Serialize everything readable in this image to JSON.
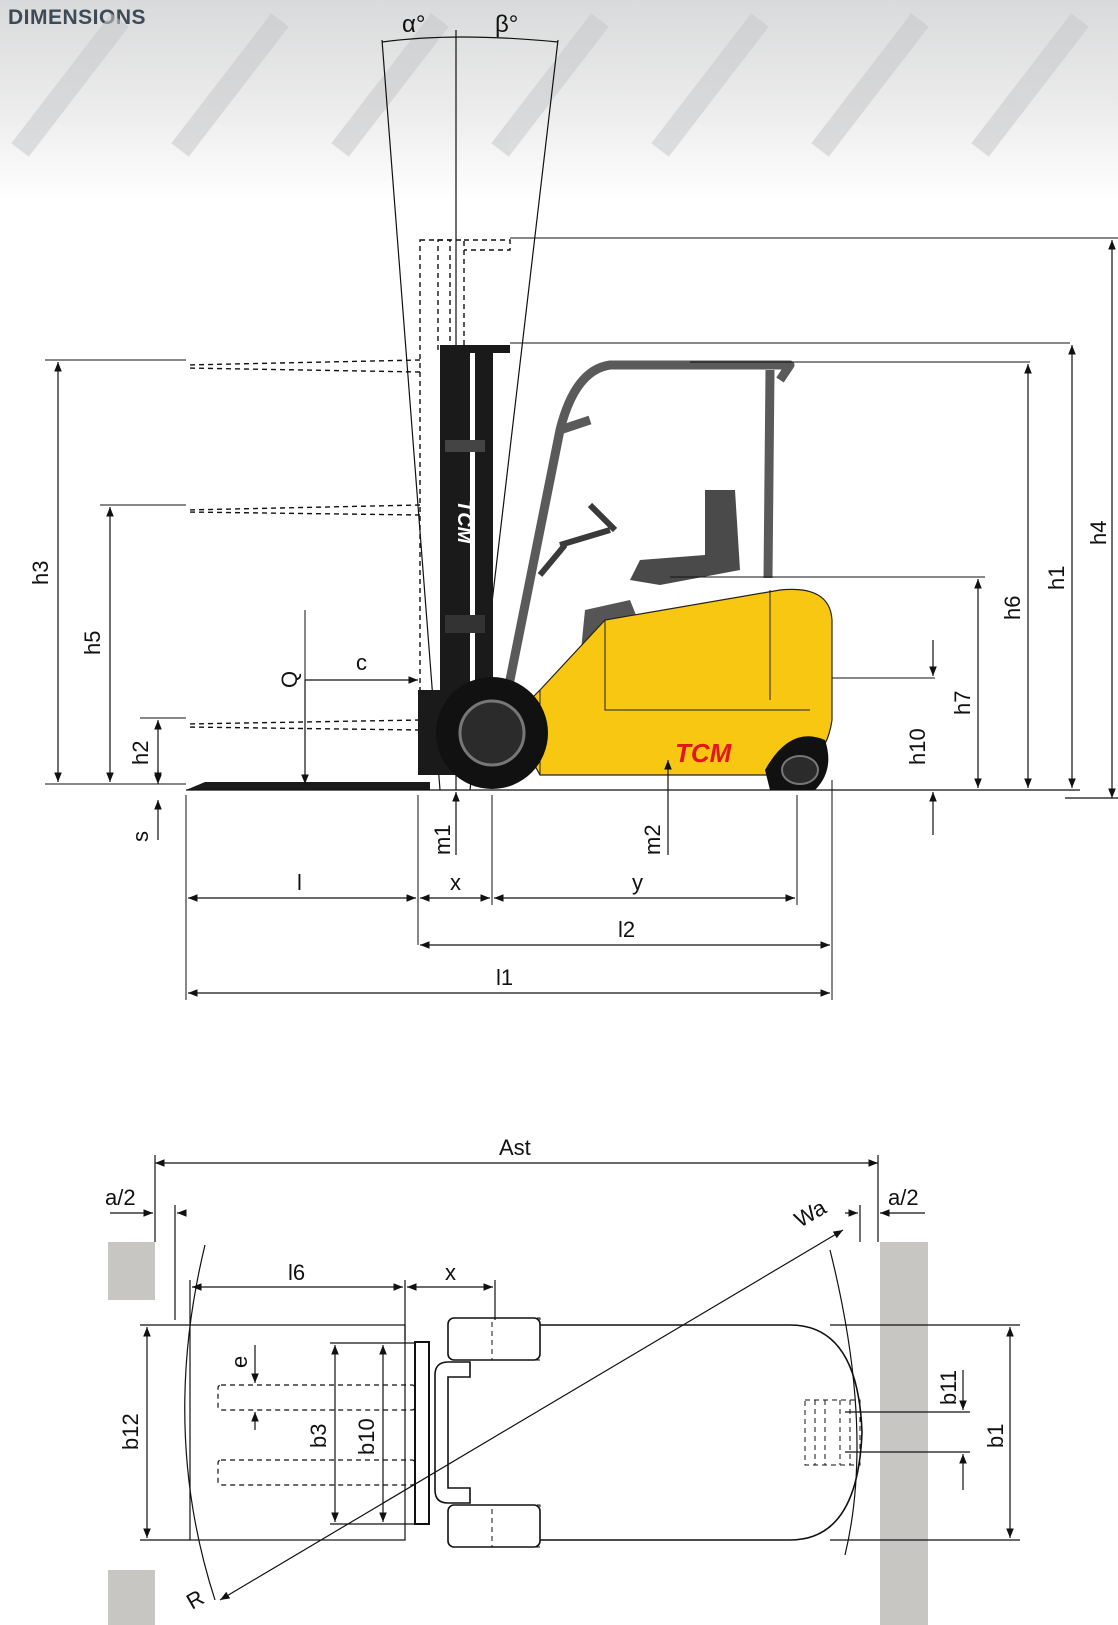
{
  "page": {
    "title": "DIMENSIONS"
  },
  "brand": {
    "logo_text": "TCM",
    "accent_color": "#f7c712",
    "logo_color": "#e3141b"
  },
  "side_view": {
    "angles": {
      "alpha": "α°",
      "beta": "β°"
    },
    "labels": {
      "h3": "h3",
      "h5": "h5",
      "h2": "h2",
      "s": "s",
      "Q": "Q",
      "c": "c",
      "m1": "m1",
      "m2": "m2",
      "l": "l",
      "x": "x",
      "y": "y",
      "l2": "l2",
      "l1": "l1",
      "h10": "h10",
      "h7": "h7",
      "h6": "h6",
      "h1": "h1",
      "h4": "h4"
    }
  },
  "top_view": {
    "labels": {
      "ast": "Ast",
      "a2_left": "a/2",
      "a2_right": "a/2",
      "wa": "Wa",
      "l6": "l6",
      "x": "x",
      "e": "e",
      "b12": "b12",
      "b3": "b3",
      "b10": "b10",
      "b11": "b11",
      "b1": "b1",
      "r": "R"
    }
  }
}
